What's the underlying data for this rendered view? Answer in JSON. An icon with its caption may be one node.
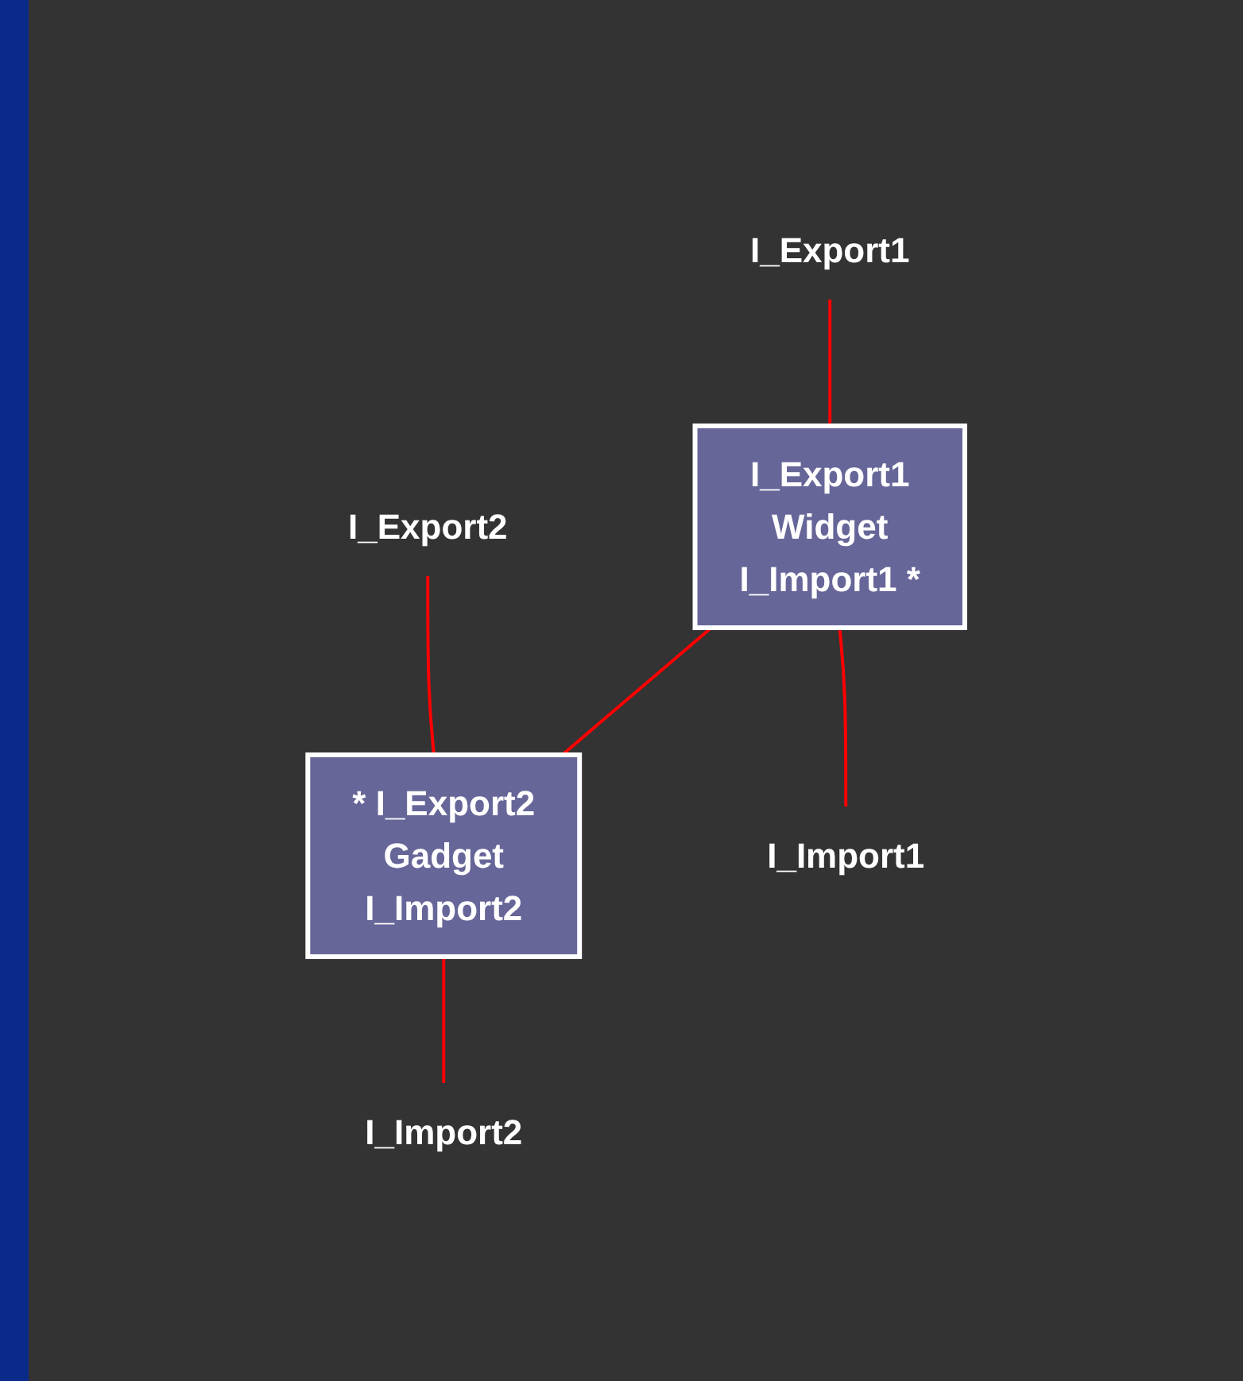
{
  "diagram": {
    "nodes": [
      {
        "text": [
          "I_Export1"
        ]
      },
      {
        "text": [
          "I_Export2"
        ]
      },
      {
        "text": [
          "I_Export1",
          "Widget",
          "I_Import1 *"
        ]
      },
      {
        "text": [
          "* I_Export2",
          "Gadget",
          "I_Import2"
        ]
      },
      {
        "text": [
          "I_Import1"
        ]
      },
      {
        "text": [
          "I_Import2"
        ]
      }
    ],
    "edges": [
      {
        "from": 0,
        "to": 2,
        "arrow": "none"
      },
      {
        "from": 1,
        "to": 3,
        "arrow": "none"
      },
      {
        "from": 2,
        "to": 3,
        "arrow": "none"
      },
      {
        "from": 2,
        "to": 4,
        "arrow": "none"
      },
      {
        "from": 3,
        "to": 5,
        "arrow": "none"
      }
    ]
  }
}
